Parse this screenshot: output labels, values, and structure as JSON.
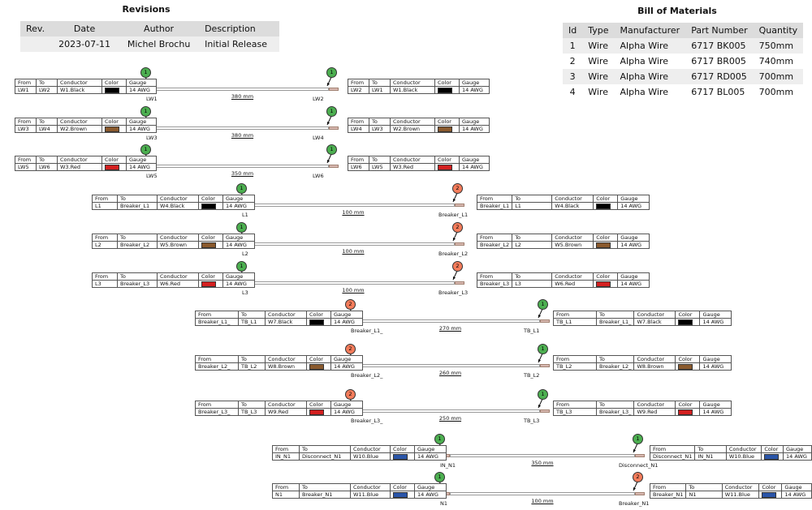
{
  "revisions": {
    "title": "Revisions",
    "headers": [
      "Rev.",
      "Date",
      "Author",
      "Description"
    ],
    "rows": [
      [
        "",
        "2023-07-11",
        "Michel Brochu",
        "Initial Release"
      ]
    ]
  },
  "bom": {
    "title": "Bill of Materials",
    "headers": [
      "Id",
      "Type",
      "Manufacturer",
      "Part Number",
      "Quantity"
    ],
    "rows": [
      [
        "1",
        "Wire",
        "Alpha Wire",
        "6717 BK005",
        "750mm"
      ],
      [
        "2",
        "Wire",
        "Alpha Wire",
        "6717 BR005",
        "740mm"
      ],
      [
        "3",
        "Wire",
        "Alpha Wire",
        "6717 RD005",
        "700mm"
      ],
      [
        "4",
        "Wire",
        "Alpha Wire",
        "6717 BL005",
        "700mm"
      ]
    ]
  },
  "label_headers": [
    "From",
    "To",
    "Conductor",
    "Color",
    "Gauge"
  ],
  "colors": {
    "black": "#000000",
    "brown": "#8a5a2e",
    "red": "#d32020",
    "blue": "#2a55a8",
    "green_bubble": "#4caf50",
    "red_bubble": "#f47c5b"
  },
  "wires": [
    {
      "length": "380 mm",
      "left_end": "LW1",
      "right_end": "LW2",
      "left_bubble": "1",
      "left_bubble_color": "green",
      "right_bubble": "1",
      "right_bubble_color": "green",
      "left_label": {
        "from": "LW1",
        "to": "LW2",
        "conductor": "W1.Black",
        "color": "black",
        "gauge": "14 AWG"
      },
      "right_label": {
        "from": "LW2",
        "to": "LW1",
        "conductor": "W1.Black",
        "color": "black",
        "gauge": "14 AWG"
      }
    },
    {
      "length": "380 mm",
      "left_end": "LW3",
      "right_end": "LW4",
      "left_bubble": "1",
      "left_bubble_color": "green",
      "right_bubble": "1",
      "right_bubble_color": "green",
      "left_label": {
        "from": "LW3",
        "to": "LW4",
        "conductor": "W2.Brown",
        "color": "brown",
        "gauge": "14 AWG"
      },
      "right_label": {
        "from": "LW4",
        "to": "LW3",
        "conductor": "W2.Brown",
        "color": "brown",
        "gauge": "14 AWG"
      }
    },
    {
      "length": "350 mm",
      "left_end": "LW5",
      "right_end": "LW6",
      "left_bubble": "1",
      "left_bubble_color": "green",
      "right_bubble": "1",
      "right_bubble_color": "green",
      "left_label": {
        "from": "LW5",
        "to": "LW6",
        "conductor": "W3.Red",
        "color": "red",
        "gauge": "14 AWG"
      },
      "right_label": {
        "from": "LW6",
        "to": "LW5",
        "conductor": "W3.Red",
        "color": "red",
        "gauge": "14 AWG"
      }
    },
    {
      "length": "100 mm",
      "left_end": "L1",
      "right_end": "Breaker_L1",
      "left_bubble": "1",
      "left_bubble_color": "green",
      "right_bubble": "2",
      "right_bubble_color": "red",
      "left_label": {
        "from": "L1",
        "to": "Breaker_L1",
        "conductor": "W4.Black",
        "color": "black",
        "gauge": "14 AWG"
      },
      "right_label": {
        "from": "Breaker_L1",
        "to": "L1",
        "conductor": "W4.Black",
        "color": "black",
        "gauge": "14 AWG"
      }
    },
    {
      "length": "100 mm",
      "left_end": "L2",
      "right_end": "Breaker_L2",
      "left_bubble": "1",
      "left_bubble_color": "green",
      "right_bubble": "2",
      "right_bubble_color": "red",
      "left_label": {
        "from": "L2",
        "to": "Breaker_L2",
        "conductor": "W5.Brown",
        "color": "brown",
        "gauge": "14 AWG"
      },
      "right_label": {
        "from": "Breaker_L2",
        "to": "L2",
        "conductor": "W5.Brown",
        "color": "brown",
        "gauge": "14 AWG"
      }
    },
    {
      "length": "100 mm",
      "left_end": "L3",
      "right_end": "Breaker_L3",
      "left_bubble": "1",
      "left_bubble_color": "green",
      "right_bubble": "2",
      "right_bubble_color": "red",
      "left_label": {
        "from": "L3",
        "to": "Breaker_L3",
        "conductor": "W6.Red",
        "color": "red",
        "gauge": "14 AWG"
      },
      "right_label": {
        "from": "Breaker_L3",
        "to": "L3",
        "conductor": "W6.Red",
        "color": "red",
        "gauge": "14 AWG"
      }
    },
    {
      "length": "270 mm",
      "left_end": "Breaker_L1_",
      "right_end": "TB_L1",
      "left_bubble": "2",
      "left_bubble_color": "red",
      "right_bubble": "1",
      "right_bubble_color": "green",
      "left_label": {
        "from": "Breaker_L1_",
        "to": "TB_L1",
        "conductor": "W7.Black",
        "color": "black",
        "gauge": "14 AWG"
      },
      "right_label": {
        "from": "TB_L1",
        "to": "Breaker_L1_",
        "conductor": "W7.Black",
        "color": "black",
        "gauge": "14 AWG"
      }
    },
    {
      "length": "260 mm",
      "left_end": "Breaker_L2_",
      "right_end": "TB_L2",
      "left_bubble": "2",
      "left_bubble_color": "red",
      "right_bubble": "1",
      "right_bubble_color": "green",
      "left_label": {
        "from": "Breaker_L2_",
        "to": "TB_L2",
        "conductor": "W8.Brown",
        "color": "brown",
        "gauge": "14 AWG"
      },
      "right_label": {
        "from": "TB_L2",
        "to": "Breaker_L2_",
        "conductor": "W8.Brown",
        "color": "brown",
        "gauge": "14 AWG"
      }
    },
    {
      "length": "250 mm",
      "left_end": "Breaker_L3_",
      "right_end": "TB_L3",
      "left_bubble": "2",
      "left_bubble_color": "red",
      "right_bubble": "1",
      "right_bubble_color": "green",
      "left_label": {
        "from": "Breaker_L3_",
        "to": "TB_L3",
        "conductor": "W9.Red",
        "color": "red",
        "gauge": "14 AWG"
      },
      "right_label": {
        "from": "TB_L3",
        "to": "Breaker_L3_",
        "conductor": "W9.Red",
        "color": "red",
        "gauge": "14 AWG"
      }
    },
    {
      "length": "350 mm",
      "left_end": "IN_N1",
      "right_end": "Disconnect_N1",
      "left_bubble": "1",
      "left_bubble_color": "green",
      "right_bubble": "1",
      "right_bubble_color": "green",
      "left_label": {
        "from": "IN_N1",
        "to": "Disconnect_N1",
        "conductor": "W10.Blue",
        "color": "blue",
        "gauge": "14 AWG"
      },
      "right_label": {
        "from": "Disconnect_N1",
        "to": "IN_N1",
        "conductor": "W10.Blue",
        "color": "blue",
        "gauge": "14 AWG"
      }
    },
    {
      "length": "100 mm",
      "left_end": "N1",
      "right_end": "Breaker_N1",
      "left_bubble": "1",
      "left_bubble_color": "green",
      "right_bubble": "2",
      "right_bubble_color": "red",
      "left_label": {
        "from": "N1",
        "to": "Breaker_N1",
        "conductor": "W11.Blue",
        "color": "blue",
        "gauge": "14 AWG"
      },
      "right_label": {
        "from": "Breaker_N1",
        "to": "N1",
        "conductor": "W11.Blue",
        "color": "blue",
        "gauge": "14 AWG"
      }
    }
  ]
}
